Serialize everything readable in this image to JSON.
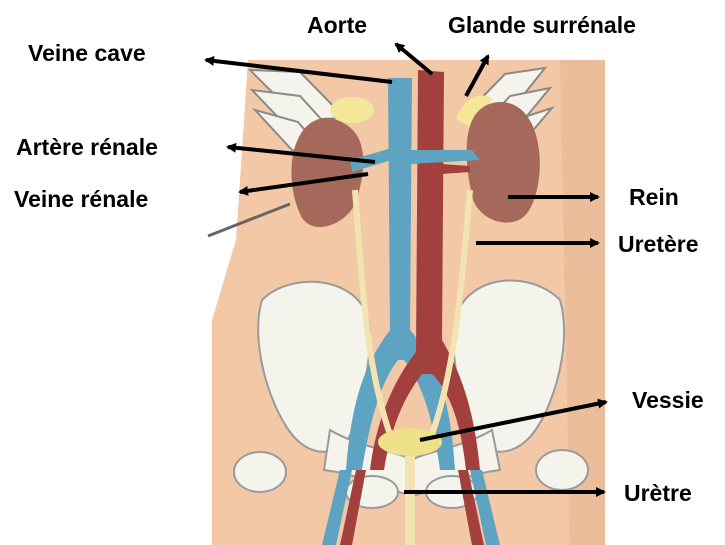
{
  "labels": {
    "aorte": "Aorte",
    "glande_surrenale": "Glande surrénale",
    "veine_cave": "Veine cave",
    "artere_renale": "Artère rénale",
    "veine_renale": "Veine rénale",
    "rein": "Rein",
    "uretere": "Uretère",
    "vessie": "Vessie",
    "uretre": "Urètre"
  },
  "colors": {
    "skin": "#f2c8a6",
    "skin_dark": "#e6b08c",
    "bone": "#f4f3ec",
    "kidney": "#a4695a",
    "vein": "#5fa3c3",
    "artery": "#a2403e",
    "ureter": "#f3e3b0",
    "bladder": "#efe08a",
    "gland": "#f5e79a",
    "arrow": "#000000"
  }
}
